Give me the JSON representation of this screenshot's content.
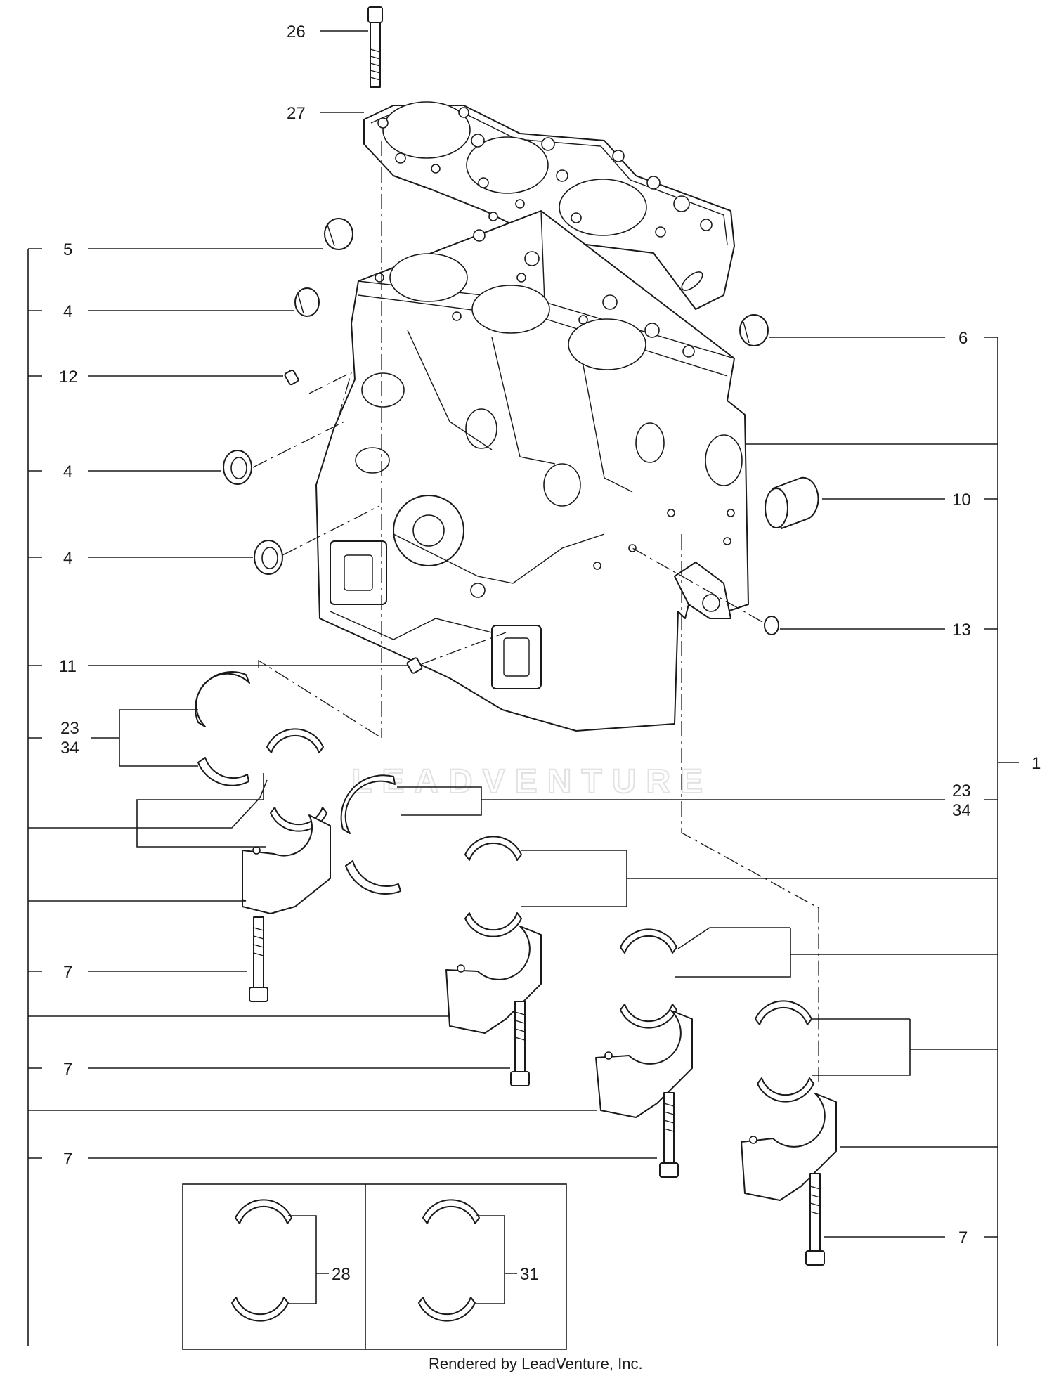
{
  "callouts": [
    {
      "id": "c26",
      "text": "26"
    },
    {
      "id": "c27",
      "text": "27"
    },
    {
      "id": "c5",
      "text": "5"
    },
    {
      "id": "c4a",
      "text": "4"
    },
    {
      "id": "c12",
      "text": "12"
    },
    {
      "id": "c4b",
      "text": "4"
    },
    {
      "id": "c4c",
      "text": "4"
    },
    {
      "id": "c11",
      "text": "11"
    },
    {
      "id": "c23a",
      "text": "23"
    },
    {
      "id": "c34a",
      "text": "34"
    },
    {
      "id": "c7a",
      "text": "7"
    },
    {
      "id": "c7b",
      "text": "7"
    },
    {
      "id": "c7c",
      "text": "7"
    },
    {
      "id": "c6",
      "text": "6"
    },
    {
      "id": "c10",
      "text": "10"
    },
    {
      "id": "c13",
      "text": "13"
    },
    {
      "id": "c1",
      "text": "1"
    },
    {
      "id": "c23b",
      "text": "23"
    },
    {
      "id": "c34b",
      "text": "34"
    },
    {
      "id": "c7d",
      "text": "7"
    },
    {
      "id": "c28",
      "text": "28"
    },
    {
      "id": "c31",
      "text": "31"
    }
  ],
  "watermark": "LEADVENTURE",
  "footer": {
    "credit": "Rendered by LeadVenture, Inc."
  }
}
